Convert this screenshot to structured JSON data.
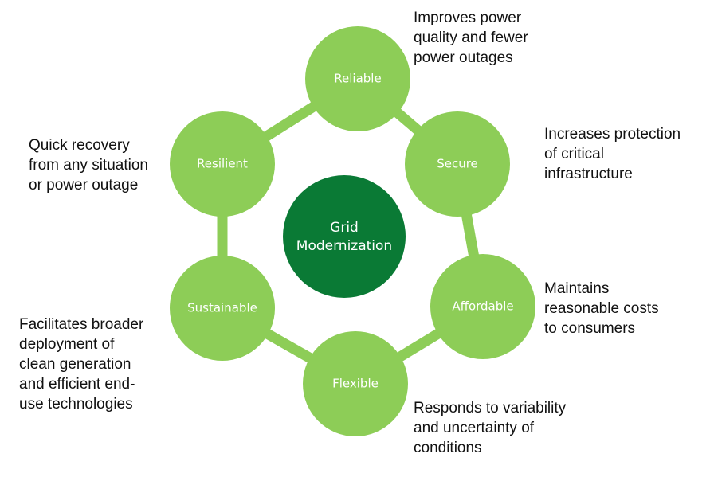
{
  "center": {
    "lines": [
      "Grid",
      "Modernization"
    ],
    "color": "#0a7a35"
  },
  "ring_color": "#8dcd57",
  "node_color": "#8dcd57",
  "nodes": [
    {
      "label": "Reliable",
      "description": "Improves power\nquality and fewer\npower outages"
    },
    {
      "label": "Secure",
      "description": "Increases protection\nof  critical\ninfrastructure"
    },
    {
      "label": "Affordable",
      "description": "Maintains\nreasonable costs\nto consumers"
    },
    {
      "label": "Flexible",
      "description": "Responds to variability\nand uncertainty of\nconditions"
    },
    {
      "label": "Sustainable",
      "description": "Facilitates broader\ndeployment of\nclean generation\nand efficient end-\nuse technologies"
    },
    {
      "label": "Resilient",
      "description": "Quick recovery\nfrom any situation\nor power outage"
    }
  ]
}
